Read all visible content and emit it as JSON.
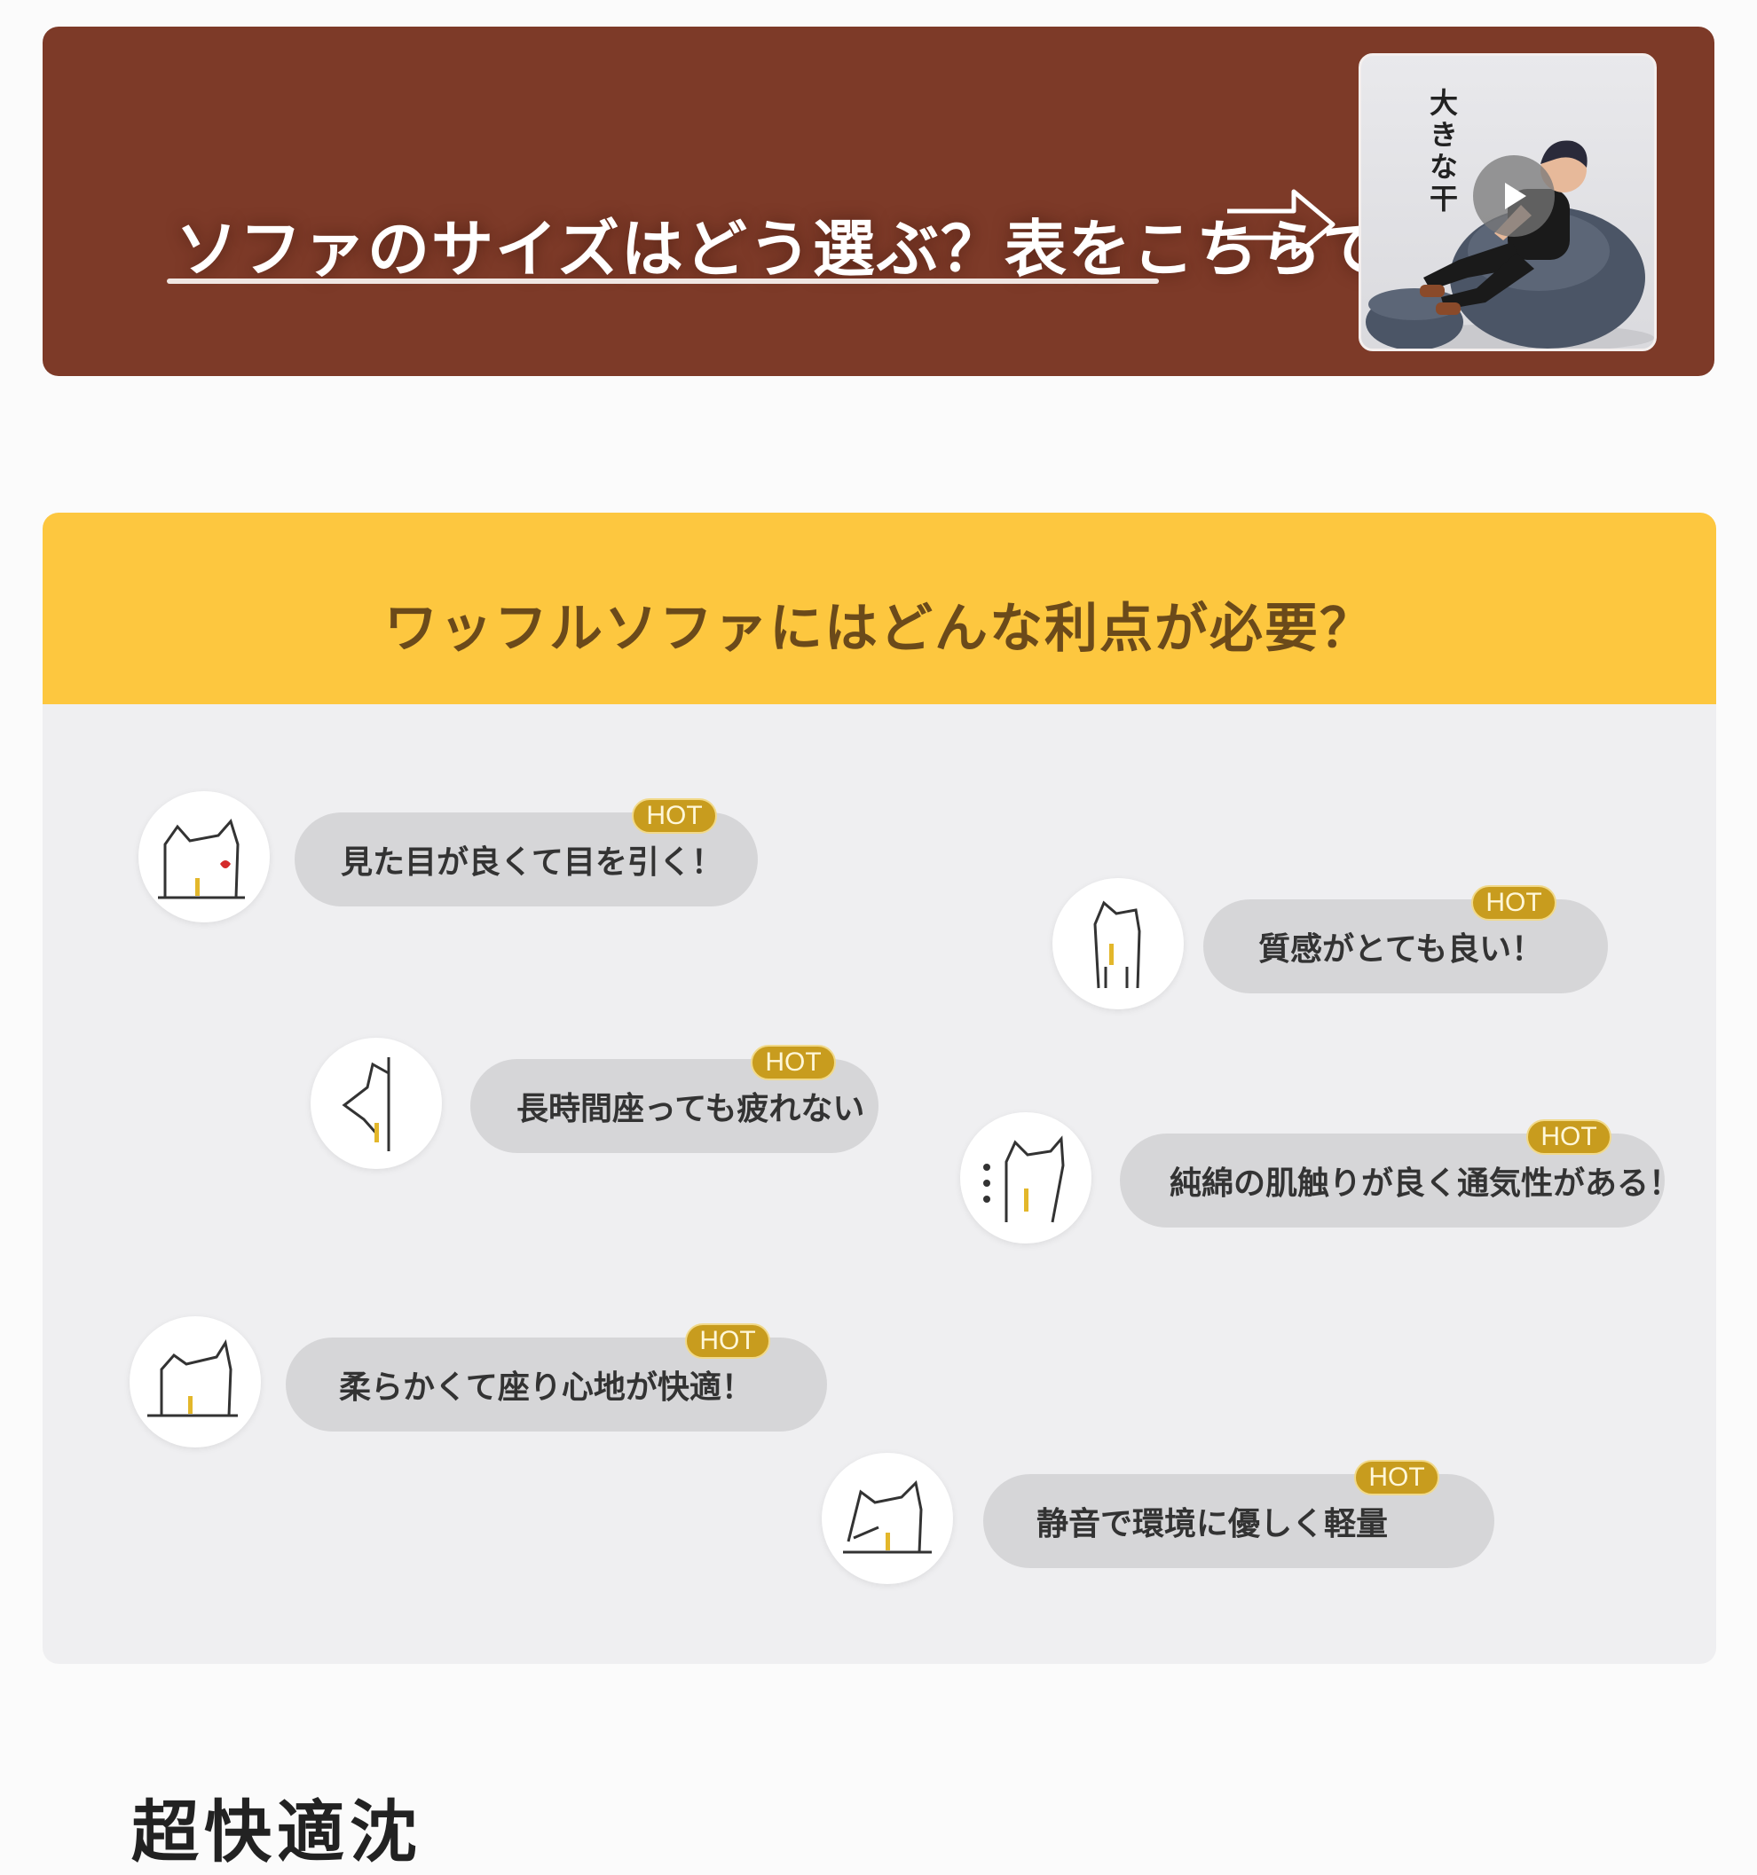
{
  "banner": {
    "title": "ソファのサイズはどう選ぶ？表をこちらで確認",
    "thumbnail_caption": "大きな干"
  },
  "benefits": {
    "title": "ワッフルソファにはどんな利点が必要？",
    "items": [
      {
        "label": "見た目が良くて目を引く！",
        "badge": "HOT"
      },
      {
        "label": "質感がとても良い！",
        "badge": "HOT"
      },
      {
        "label": "長時間座っても疲れない",
        "badge": "HOT"
      },
      {
        "label": "純綿の肌触りが良く通気性がある！",
        "badge": "HOT"
      },
      {
        "label": "柔らかくて座り心地が快適！",
        "badge": "HOT"
      },
      {
        "label": "静音で環境に優しく軽量",
        "badge": "HOT"
      }
    ]
  },
  "bottom": {
    "heading": "超快適沈"
  },
  "colors": {
    "banner_bg": "#7d3a28",
    "header_bg": "#fdc73f",
    "card_bg": "#efeff1",
    "pill_bg": "#d6d6d8",
    "hot_badge": "#c89c1e"
  },
  "icons": [
    "arrow-right-icon",
    "play-icon",
    "cat-mascot-icon"
  ]
}
